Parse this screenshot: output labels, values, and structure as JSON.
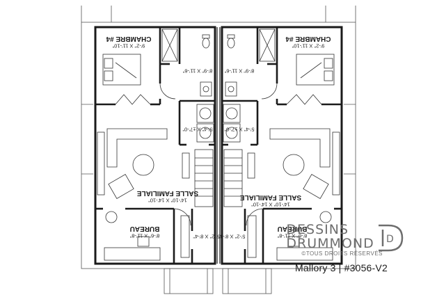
{
  "plan": {
    "units": [
      {
        "side": "left",
        "rooms": [
          {
            "name": "CHAMBRE #4",
            "dims": "9'-2\" X 11'-10\""
          },
          {
            "name": "SALLE FAMILIALE",
            "dims": "14'-10\" X 14'-10\""
          },
          {
            "name": "BUREAU",
            "dims": "8'-6\" X 11'-8\""
          }
        ],
        "other_dims": [
          "8'-9\" X 11'-6\"",
          "5'-4\" X ±7'-0\"",
          "5'-2\" X 8'-4\""
        ]
      },
      {
        "side": "right",
        "rooms": [
          {
            "name": "CHAMBRE #4",
            "dims": "9'-2\" X 11'-10\""
          },
          {
            "name": "SALLE FAMILIALE",
            "dims": "14'-10\" X 14'-10\""
          },
          {
            "name": "BUREAU",
            "dims": "8'-6\" X 11'-8\""
          }
        ],
        "other_dims": [
          "8'-9\" X 11'-6\"",
          "5'-4\" X ±7'-0\"",
          "5'-2\" X 8'-4\""
        ]
      }
    ]
  },
  "brand": {
    "line1": "DESSINS",
    "line2": "DRUMMOND",
    "rights": "©TOUS DROITS RÉSERVÉS",
    "logo_letter": "D"
  },
  "caption": "Mallory 3 | #3056-V2",
  "colors": {
    "wall": "#1a1a1a",
    "line": "#333333",
    "brand": "#6e6e6e",
    "background": "#ffffff"
  }
}
